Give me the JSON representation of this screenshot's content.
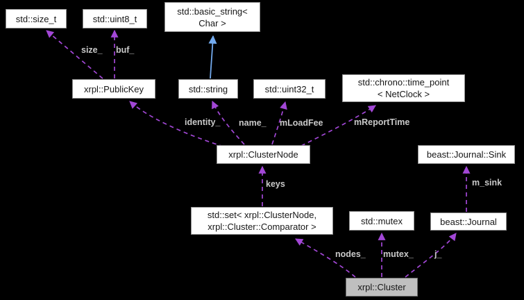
{
  "diagram": {
    "type": "collaboration-graph",
    "focus_node": "xrpl::Cluster",
    "colors": {
      "bg": "#000000",
      "node-fill": "#ffffff",
      "node-border": "#8f8f8f",
      "node-text": "#161616",
      "focus-fill": "#bfbfbf",
      "focus-border": "#6e6e6e",
      "edge-purple": "#a247d6",
      "edge-blue": "#73aaee",
      "edge-label": "#c9c9c9"
    },
    "nodes": {
      "size_t": {
        "label": "std::size_t"
      },
      "uint8_t": {
        "label": "std::uint8_t"
      },
      "basic_string": {
        "line1": "std::basic_string<",
        "line2": "Char >"
      },
      "public_key": {
        "label": "xrpl::PublicKey"
      },
      "string": {
        "label": "std::string"
      },
      "uint32_t": {
        "label": "std::uint32_t"
      },
      "time_point": {
        "line1": "std::chrono::time_point",
        "line2": "< NetClock >"
      },
      "cluster_node": {
        "label": "xrpl::ClusterNode"
      },
      "journal_sink": {
        "label": "beast::Journal::Sink"
      },
      "set": {
        "line1": "std::set< xrpl::ClusterNode,",
        "line2": "xrpl::Cluster::Comparator >"
      },
      "mutex": {
        "label": "std::mutex"
      },
      "journal": {
        "label": "beast::Journal"
      },
      "cluster": {
        "label": "xrpl::Cluster"
      }
    },
    "edges": {
      "size": {
        "label": "size_",
        "from": "xrpl::PublicKey",
        "to": "std::size_t",
        "style": "dashed"
      },
      "buf": {
        "label": "buf_",
        "from": "xrpl::PublicKey",
        "to": "std::uint8_t",
        "style": "dashed"
      },
      "identity": {
        "label": "identity_",
        "from": "xrpl::ClusterNode",
        "to": "xrpl::PublicKey",
        "style": "dashed"
      },
      "name": {
        "label": "name_",
        "from": "xrpl::ClusterNode",
        "to": "std::string",
        "style": "dashed"
      },
      "load_fee": {
        "label": "mLoadFee",
        "from": "xrpl::ClusterNode",
        "to": "std::uint32_t",
        "style": "dashed"
      },
      "report_time": {
        "label": "mReportTime",
        "from": "xrpl::ClusterNode",
        "to": "std::chrono::time_point< NetClock >",
        "style": "dashed"
      },
      "keys": {
        "label": "keys",
        "from": "std::set< xrpl::ClusterNode, xrpl::Cluster::Comparator >",
        "to": "xrpl::ClusterNode",
        "style": "dashed"
      },
      "m_sink": {
        "label": "m_sink",
        "from": "beast::Journal",
        "to": "beast::Journal::Sink",
        "style": "dashed"
      },
      "nodes": {
        "label": "nodes_",
        "from": "xrpl::Cluster",
        "to": "std::set< xrpl::ClusterNode, xrpl::Cluster::Comparator >",
        "style": "dashed"
      },
      "mutex": {
        "label": "mutex_",
        "from": "xrpl::Cluster",
        "to": "std::mutex",
        "style": "dashed"
      },
      "j": {
        "label": "j_",
        "from": "xrpl::Cluster",
        "to": "beast::Journal",
        "style": "dashed"
      },
      "inheritance": {
        "label": "",
        "from": "std::string",
        "to": "std::basic_string< Char >",
        "style": "solid"
      }
    }
  }
}
